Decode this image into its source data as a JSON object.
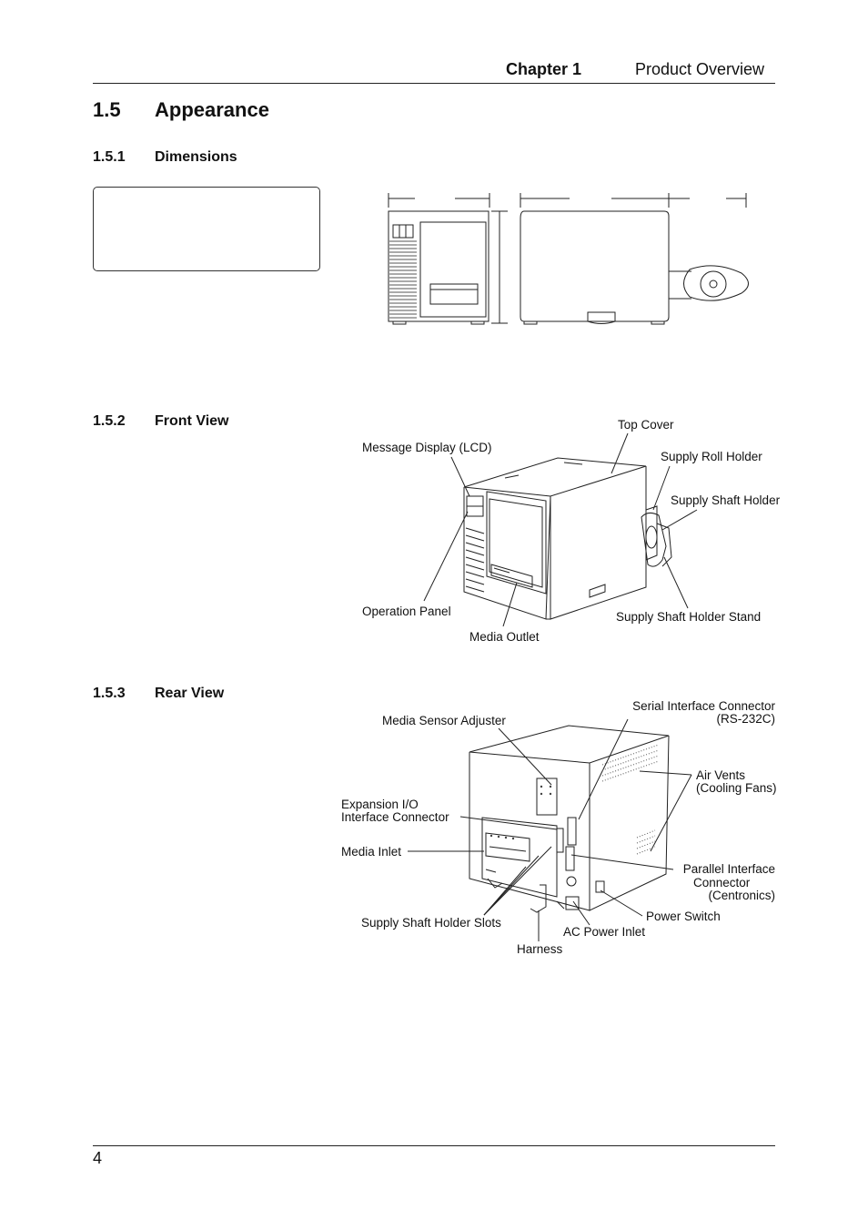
{
  "header": {
    "chapter": "Chapter 1",
    "title": "Product Overview"
  },
  "section": {
    "number": "1.5",
    "title": "Appearance"
  },
  "subsections": {
    "dimensions": {
      "number": "1.5.1",
      "title": "Dimensions"
    },
    "front_view": {
      "number": "1.5.2",
      "title": "Front View"
    },
    "rear_view": {
      "number": "1.5.3",
      "title": "Rear View"
    }
  },
  "front_labels": {
    "top_cover": "Top Cover",
    "message_display": "Message Display (LCD)",
    "supply_roll_holder": "Supply Roll Holder",
    "supply_shaft_holder": "Supply Shaft Holder",
    "operation_panel": "Operation Panel",
    "supply_shaft_holder_stand": "Supply Shaft Holder Stand",
    "media_outlet": "Media Outlet"
  },
  "rear_labels": {
    "serial_interface_1": "Serial Interface Connector",
    "serial_interface_2": "(RS-232C)",
    "media_sensor_adjuster": "Media Sensor Adjuster",
    "air_vents_1": "Air Vents",
    "air_vents_2": "(Cooling Fans)",
    "expansion_io_1": "Expansion I/O",
    "expansion_io_2": "Interface Connector",
    "media_inlet": "Media Inlet",
    "parallel_interface_1": "Parallel Interface",
    "parallel_interface_2": "Connector",
    "parallel_interface_3": "(Centronics)",
    "power_switch": "Power Switch",
    "supply_shaft_holder_slots": "Supply Shaft Holder Slots",
    "ac_power_inlet": "AC Power Inlet",
    "harness": "Harness"
  },
  "footer": {
    "page_number": "4"
  }
}
